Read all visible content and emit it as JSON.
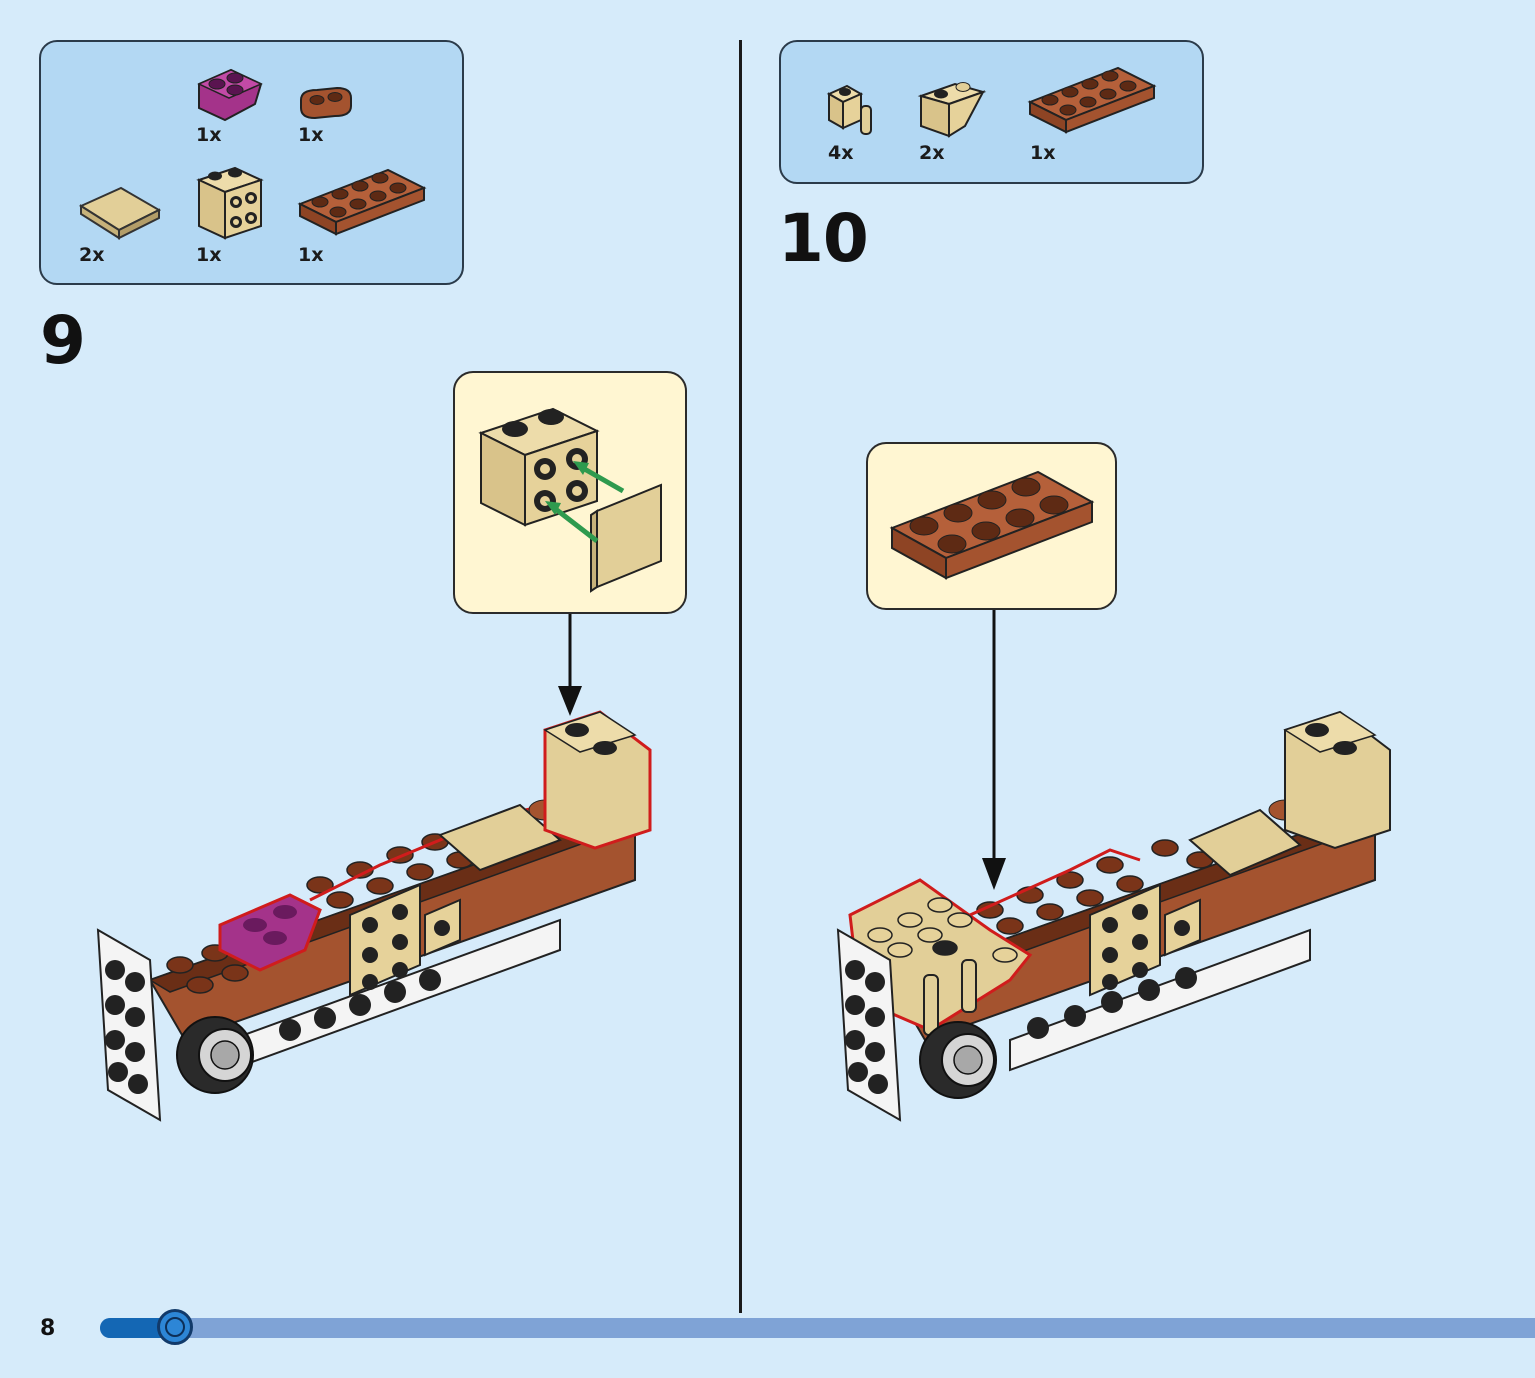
{
  "page": {
    "number": "8"
  },
  "progress": {
    "fraction": 0.052
  },
  "colors": {
    "background": "#d6ebfa",
    "parts_box": "#b3d8f3",
    "callout": "#fff6d2",
    "reddish_brown": "#a4532f",
    "tan": "#e2cf98",
    "magenta": "#a4338a",
    "highlight_outline": "#d01c1c",
    "arrow_green": "#2e9a4e"
  },
  "step9": {
    "number": "9",
    "parts": [
      {
        "icon": "magenta-wedge-plate-icon",
        "qty": "1x"
      },
      {
        "icon": "reddish-brown-round-plate-1x2-icon",
        "qty": "1x"
      },
      {
        "icon": "tan-tile-2x2-icon",
        "qty": "2x"
      },
      {
        "icon": "tan-brick-2x2-studs-on-side-icon",
        "qty": "1x"
      },
      {
        "icon": "reddish-brown-plate-2x4-icon",
        "qty": "1x"
      }
    ]
  },
  "step10": {
    "number": "10",
    "parts": [
      {
        "icon": "tan-brick-with-pin-icon",
        "qty": "4x"
      },
      {
        "icon": "tan-inverted-slope-icon",
        "qty": "2x"
      },
      {
        "icon": "reddish-brown-plate-2x4-icon",
        "qty": "1x"
      }
    ]
  }
}
